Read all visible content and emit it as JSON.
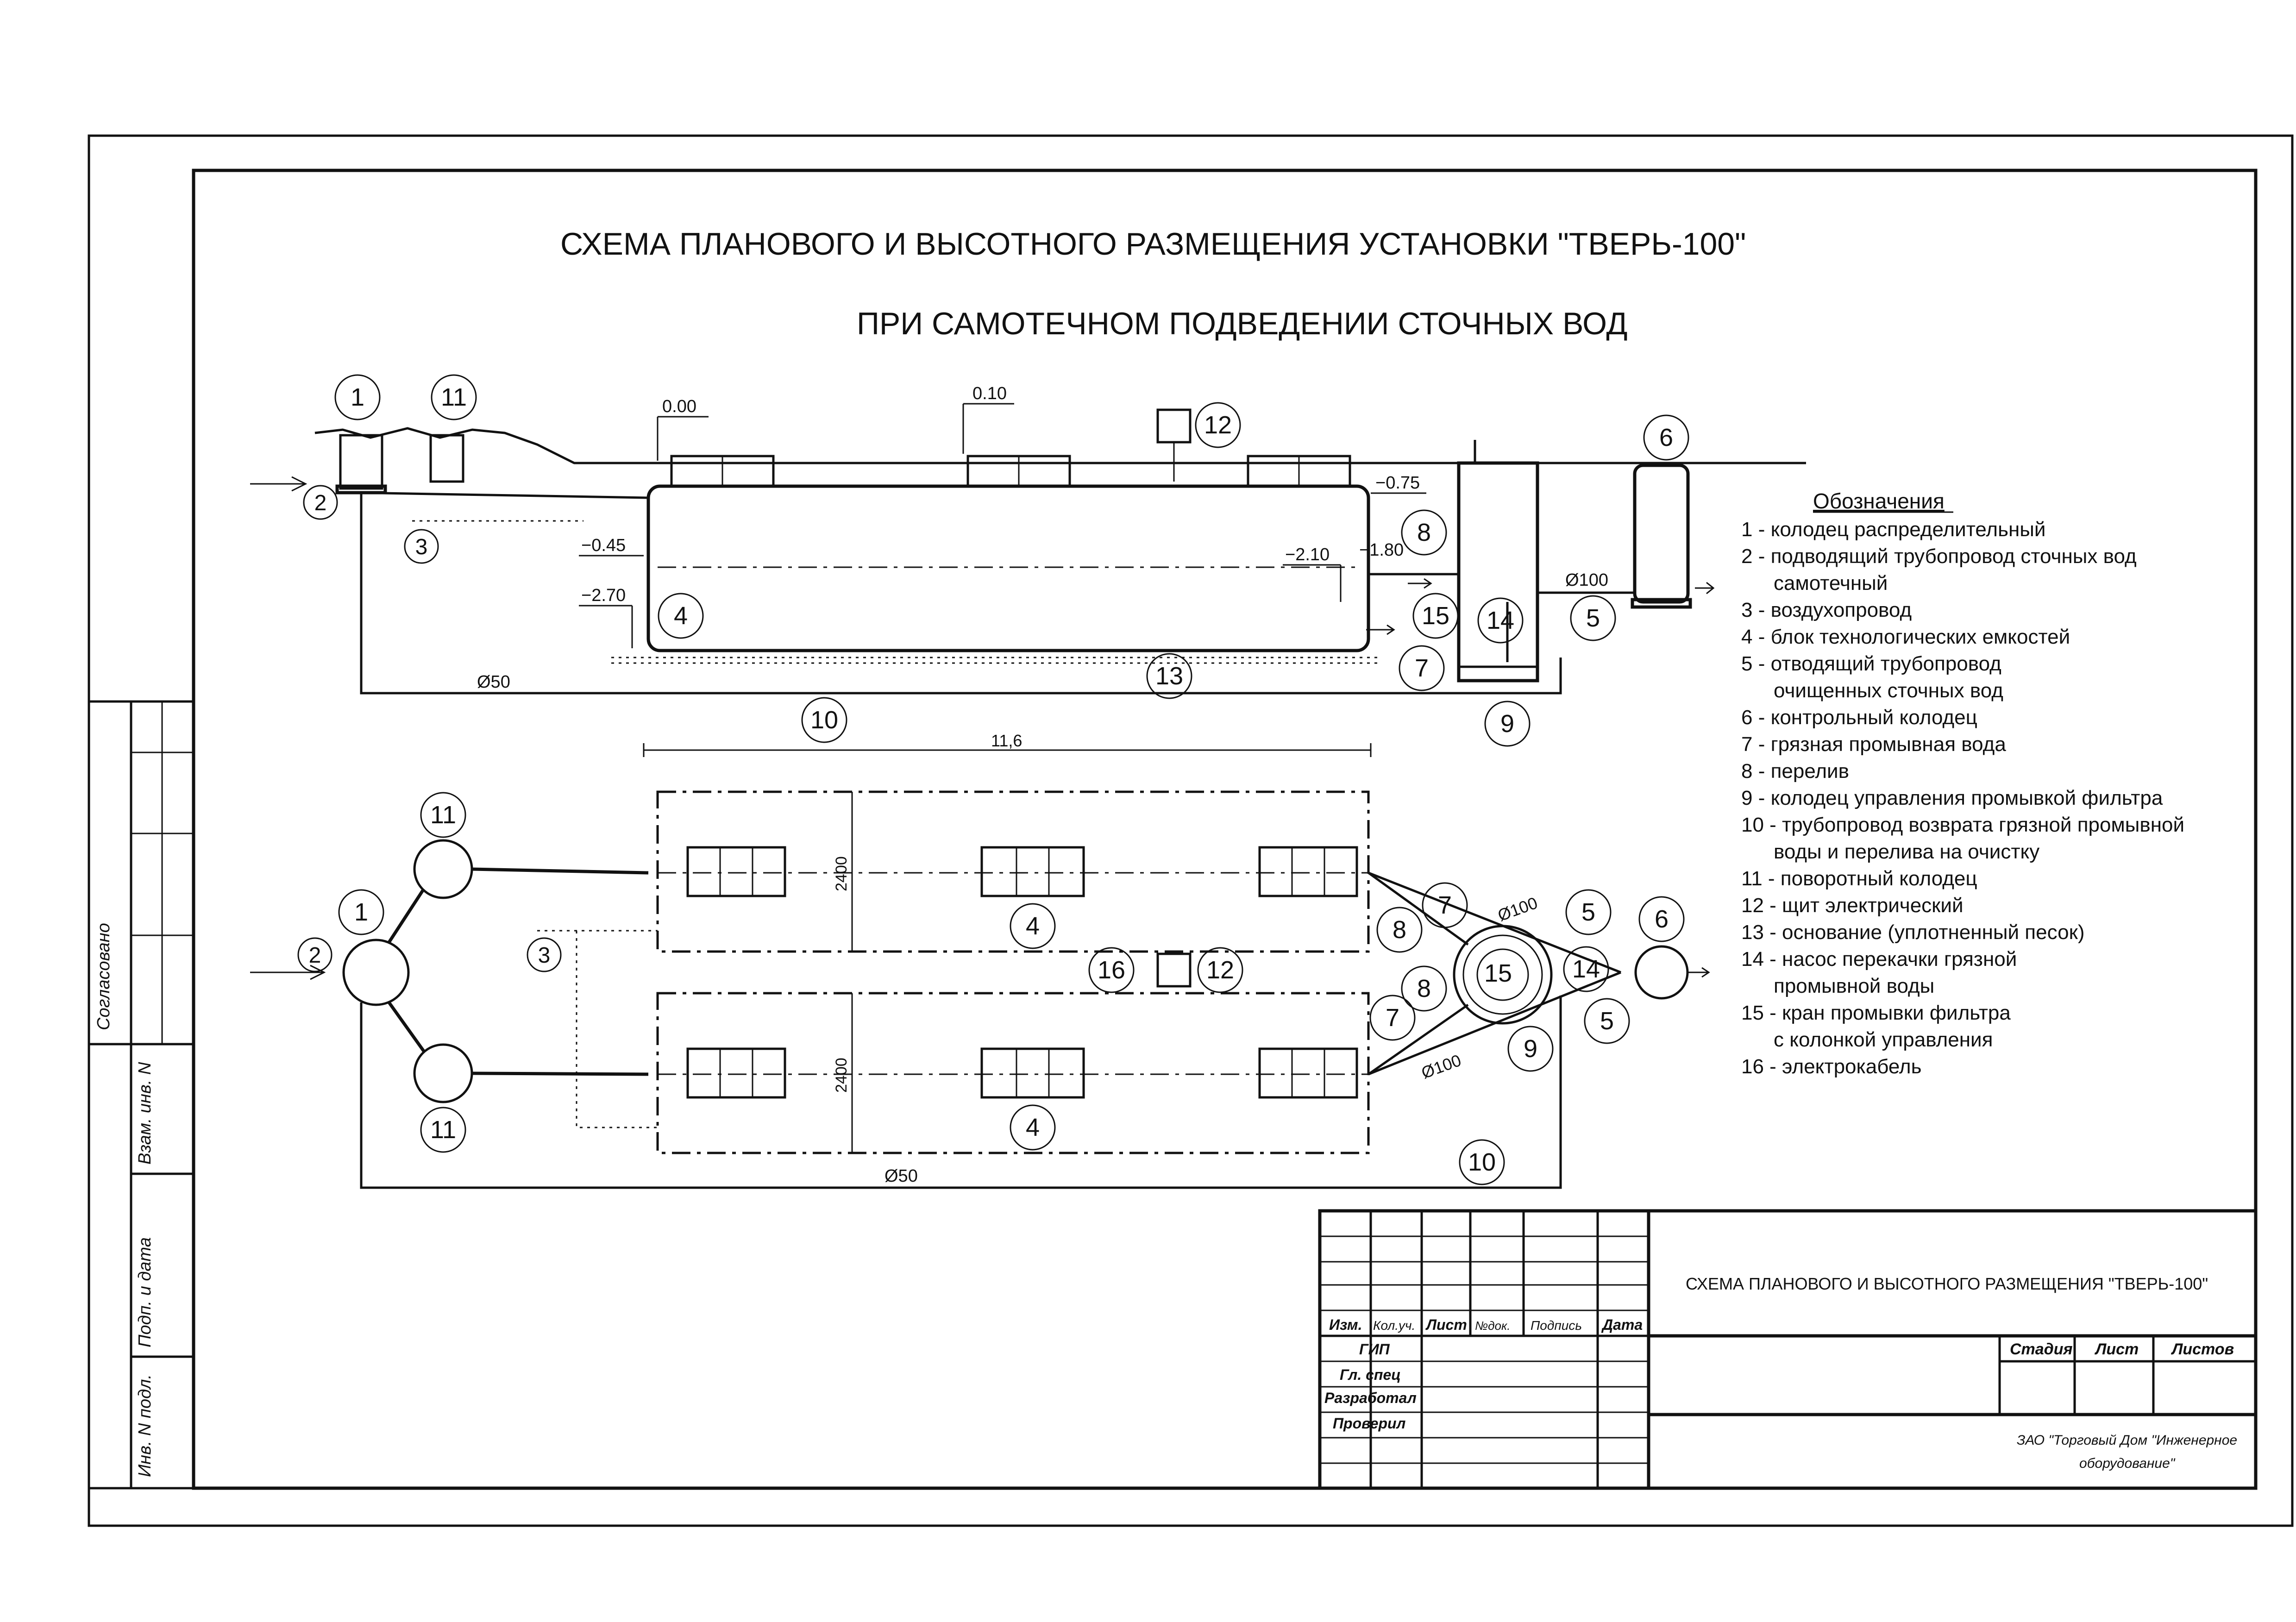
{
  "title": {
    "line1": "СХЕМА ПЛАНОВОГО И ВЫСОТНОГО РАЗМЕЩЕНИЯ УСТАНОВКИ  \"ТВЕРЬ-100\"",
    "line2": "ПРИ САМОТЕЧНОМ ПОДВЕДЕНИИ СТОЧНЫХ ВОД"
  },
  "section": {
    "elev_000": "0.00",
    "elev_010": "0.10",
    "elev_m075": "−0.75",
    "elev_m045": "−0.45",
    "elev_m270": "−2.70",
    "elev_m210": "−2.10",
    "elev_m180": "−1.80",
    "pipe_d100": "Ø100",
    "pipe_d50": "Ø50",
    "dim_length": "11,6",
    "markers": [
      "1",
      "11",
      "2",
      "3",
      "4",
      "12",
      "8",
      "15",
      "14",
      "5",
      "7",
      "6",
      "13",
      "9",
      "10"
    ]
  },
  "plan": {
    "dim_width_top": "2400",
    "dim_width_bottom": "2400",
    "pipe_d100_top": "Ø100",
    "pipe_d100_bottom": "Ø100",
    "pipe_d50": "Ø50",
    "markers": [
      "11",
      "1",
      "2",
      "11",
      "3",
      "4",
      "4",
      "16",
      "12",
      "8",
      "8",
      "7",
      "7",
      "15",
      "14",
      "5",
      "5",
      "6",
      "9",
      "10"
    ]
  },
  "legend": {
    "heading": "Обозначения",
    "items": [
      [
        "1 - колодец распределительный"
      ],
      [
        "2 - подводящий трубопровод сточных вод",
        "самотечный"
      ],
      [
        "3 - воздухопровод"
      ],
      [
        "4 - блок технологических емкостей"
      ],
      [
        "5 - отводящий трубопровод",
        "очищенных сточных вод"
      ],
      [
        "6 - контрольный колодец"
      ],
      [
        "7 - грязная промывная вода"
      ],
      [
        "8 - перелив"
      ],
      [
        "9 - колодец управления промывкой фильтра"
      ],
      [
        "10 - трубопровод возврата грязной промывной",
        "воды и перелива на очистку"
      ],
      [
        "11 - поворотный колодец"
      ],
      [
        "12 - щит электрический"
      ],
      [
        "13 - основание (уплотненный песок)"
      ],
      [
        "14 - насос перекачки грязной",
        "промывной воды"
      ],
      [
        "15 - кран промывки фильтра",
        "с колонкой управления"
      ],
      [
        "16 - электрокабель"
      ]
    ]
  },
  "side_strip": {
    "soglasovano": "Согласовано",
    "vzam_inv": "Взам. инв. N",
    "podp_data": "Подп. и дата",
    "inv_podl": "Инв. N подл."
  },
  "title_block": {
    "drawing_name": "СХЕМА ПЛАНОВОГО И ВЫСОТНОГО РАЗМЕЩЕНИЯ \"ТВЕРЬ-100\"",
    "col_izm": "Изм.",
    "col_koluch": "Кол.уч.",
    "col_list": "Лист",
    "col_ndok": "№док.",
    "col_podpis": "Подпись",
    "col_data": "Дата",
    "row_gip": "ГИП",
    "row_glspec": "Гл. спец",
    "row_razrab": "Разработал",
    "row_prover": "Проверил",
    "hdr_stadiya": "Стадия",
    "hdr_list": "Лист",
    "hdr_listov": "Листов",
    "company_line1": "ЗАО \"Торговый Дом \"Инженерное",
    "company_line2": "оборудование\""
  }
}
